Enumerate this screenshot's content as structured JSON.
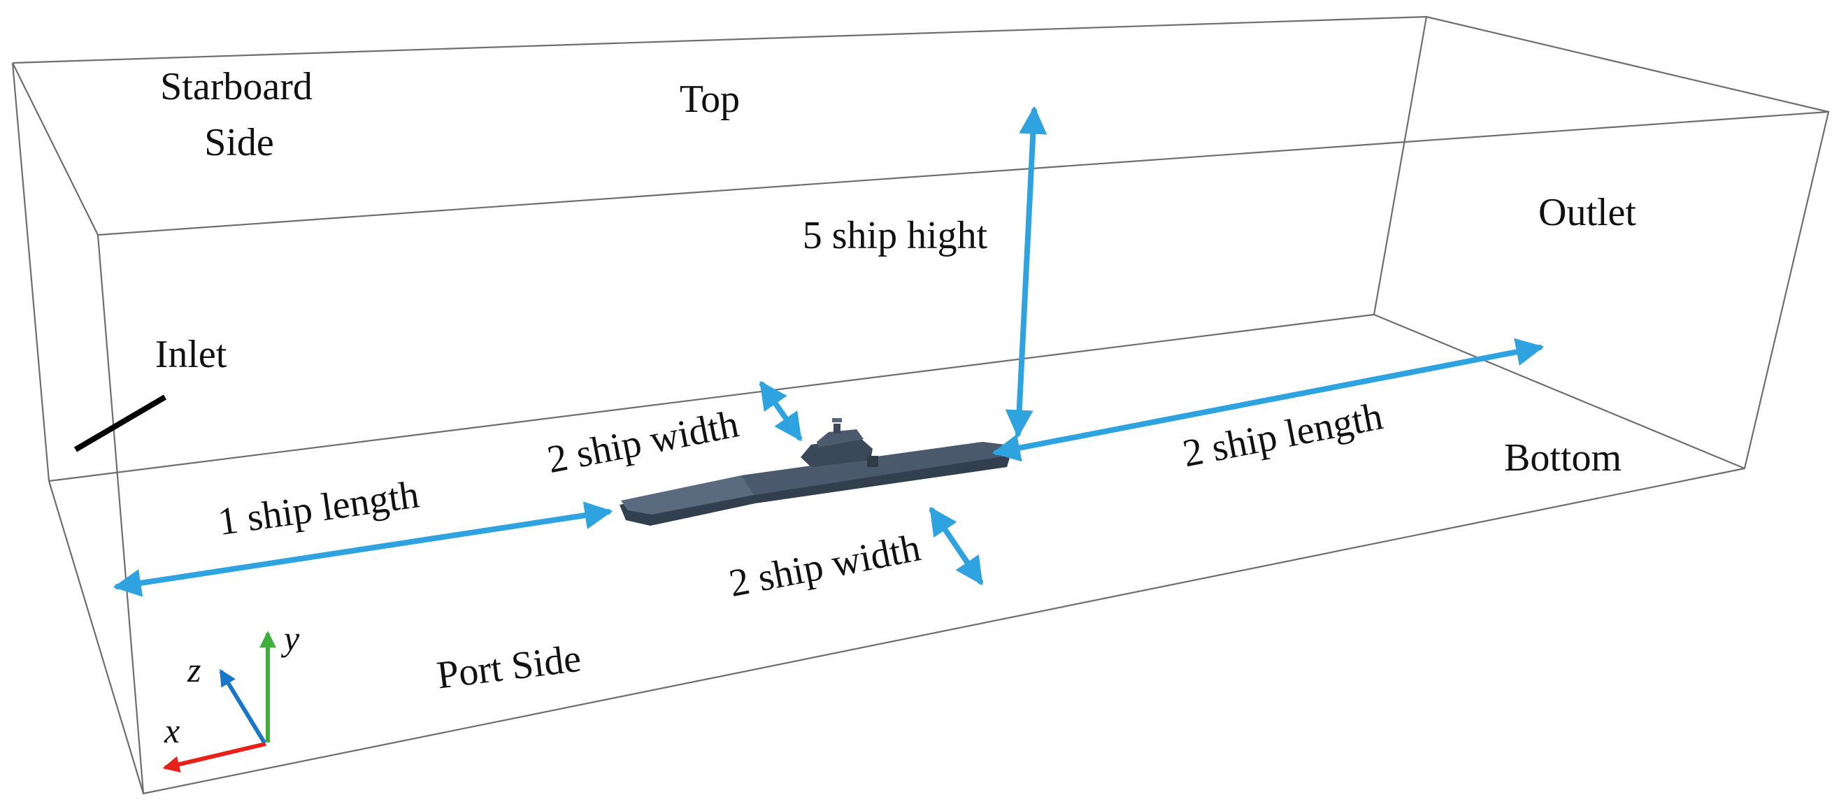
{
  "labels": {
    "starboard_line1": "Starboard",
    "starboard_line2": "Side",
    "top": "Top",
    "outlet": "Outlet",
    "inlet": "Inlet",
    "bottom": "Bottom",
    "port_side": "Port Side",
    "ship_height": "5 ship hight",
    "ship_length_front": "1 ship length",
    "ship_length_rear": "2 ship length",
    "ship_width_far": "2 ship width",
    "ship_width_near": "2 ship width"
  },
  "axes": {
    "x": "x",
    "y": "y",
    "z": "z",
    "x_color": "#e8201a",
    "y_color": "#3fae3a",
    "z_color": "#1976c9"
  },
  "colors": {
    "dimension_arrow": "#2ea3e0",
    "box_edge": "#6e6e6e",
    "ship_hull": "#4a5a6c",
    "inlet_marker": "#000000"
  }
}
